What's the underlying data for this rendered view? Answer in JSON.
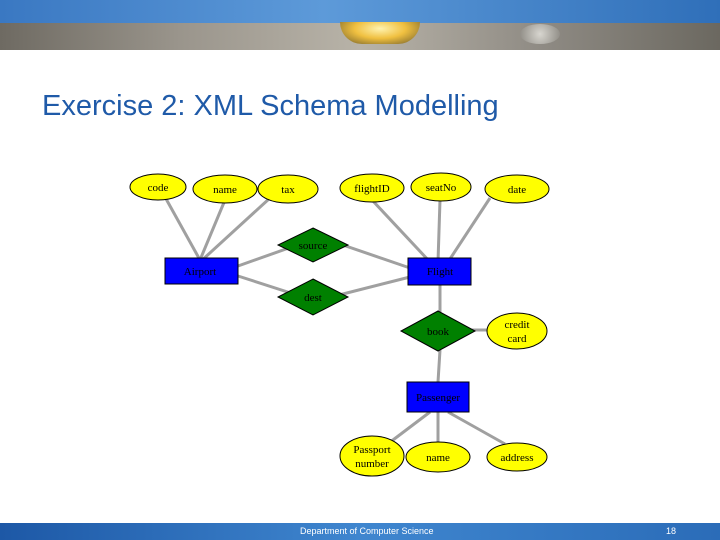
{
  "title": "Exercise 2: XML Schema Modelling",
  "footer": {
    "department": "Department of Computer Science",
    "page_number": "18"
  },
  "colors": {
    "attribute": "#ffff00",
    "entity": "#0000ff",
    "relationship": "#008000",
    "title": "#1f5aa8",
    "line": "#a0a0a0"
  },
  "diagram": {
    "entities": {
      "airport": "Airport",
      "flight": "Flight",
      "passenger": "Passenger"
    },
    "relationships": {
      "source": "source",
      "dest": "dest",
      "book": "book"
    },
    "attributes": {
      "code": "code",
      "name": "name",
      "tax": "tax",
      "flightID": "flightID",
      "seatNo": "seatNo",
      "date": "date",
      "credit_card": "credit card",
      "passport_number": "Passport number",
      "passenger_name": "name",
      "address": "address"
    }
  }
}
